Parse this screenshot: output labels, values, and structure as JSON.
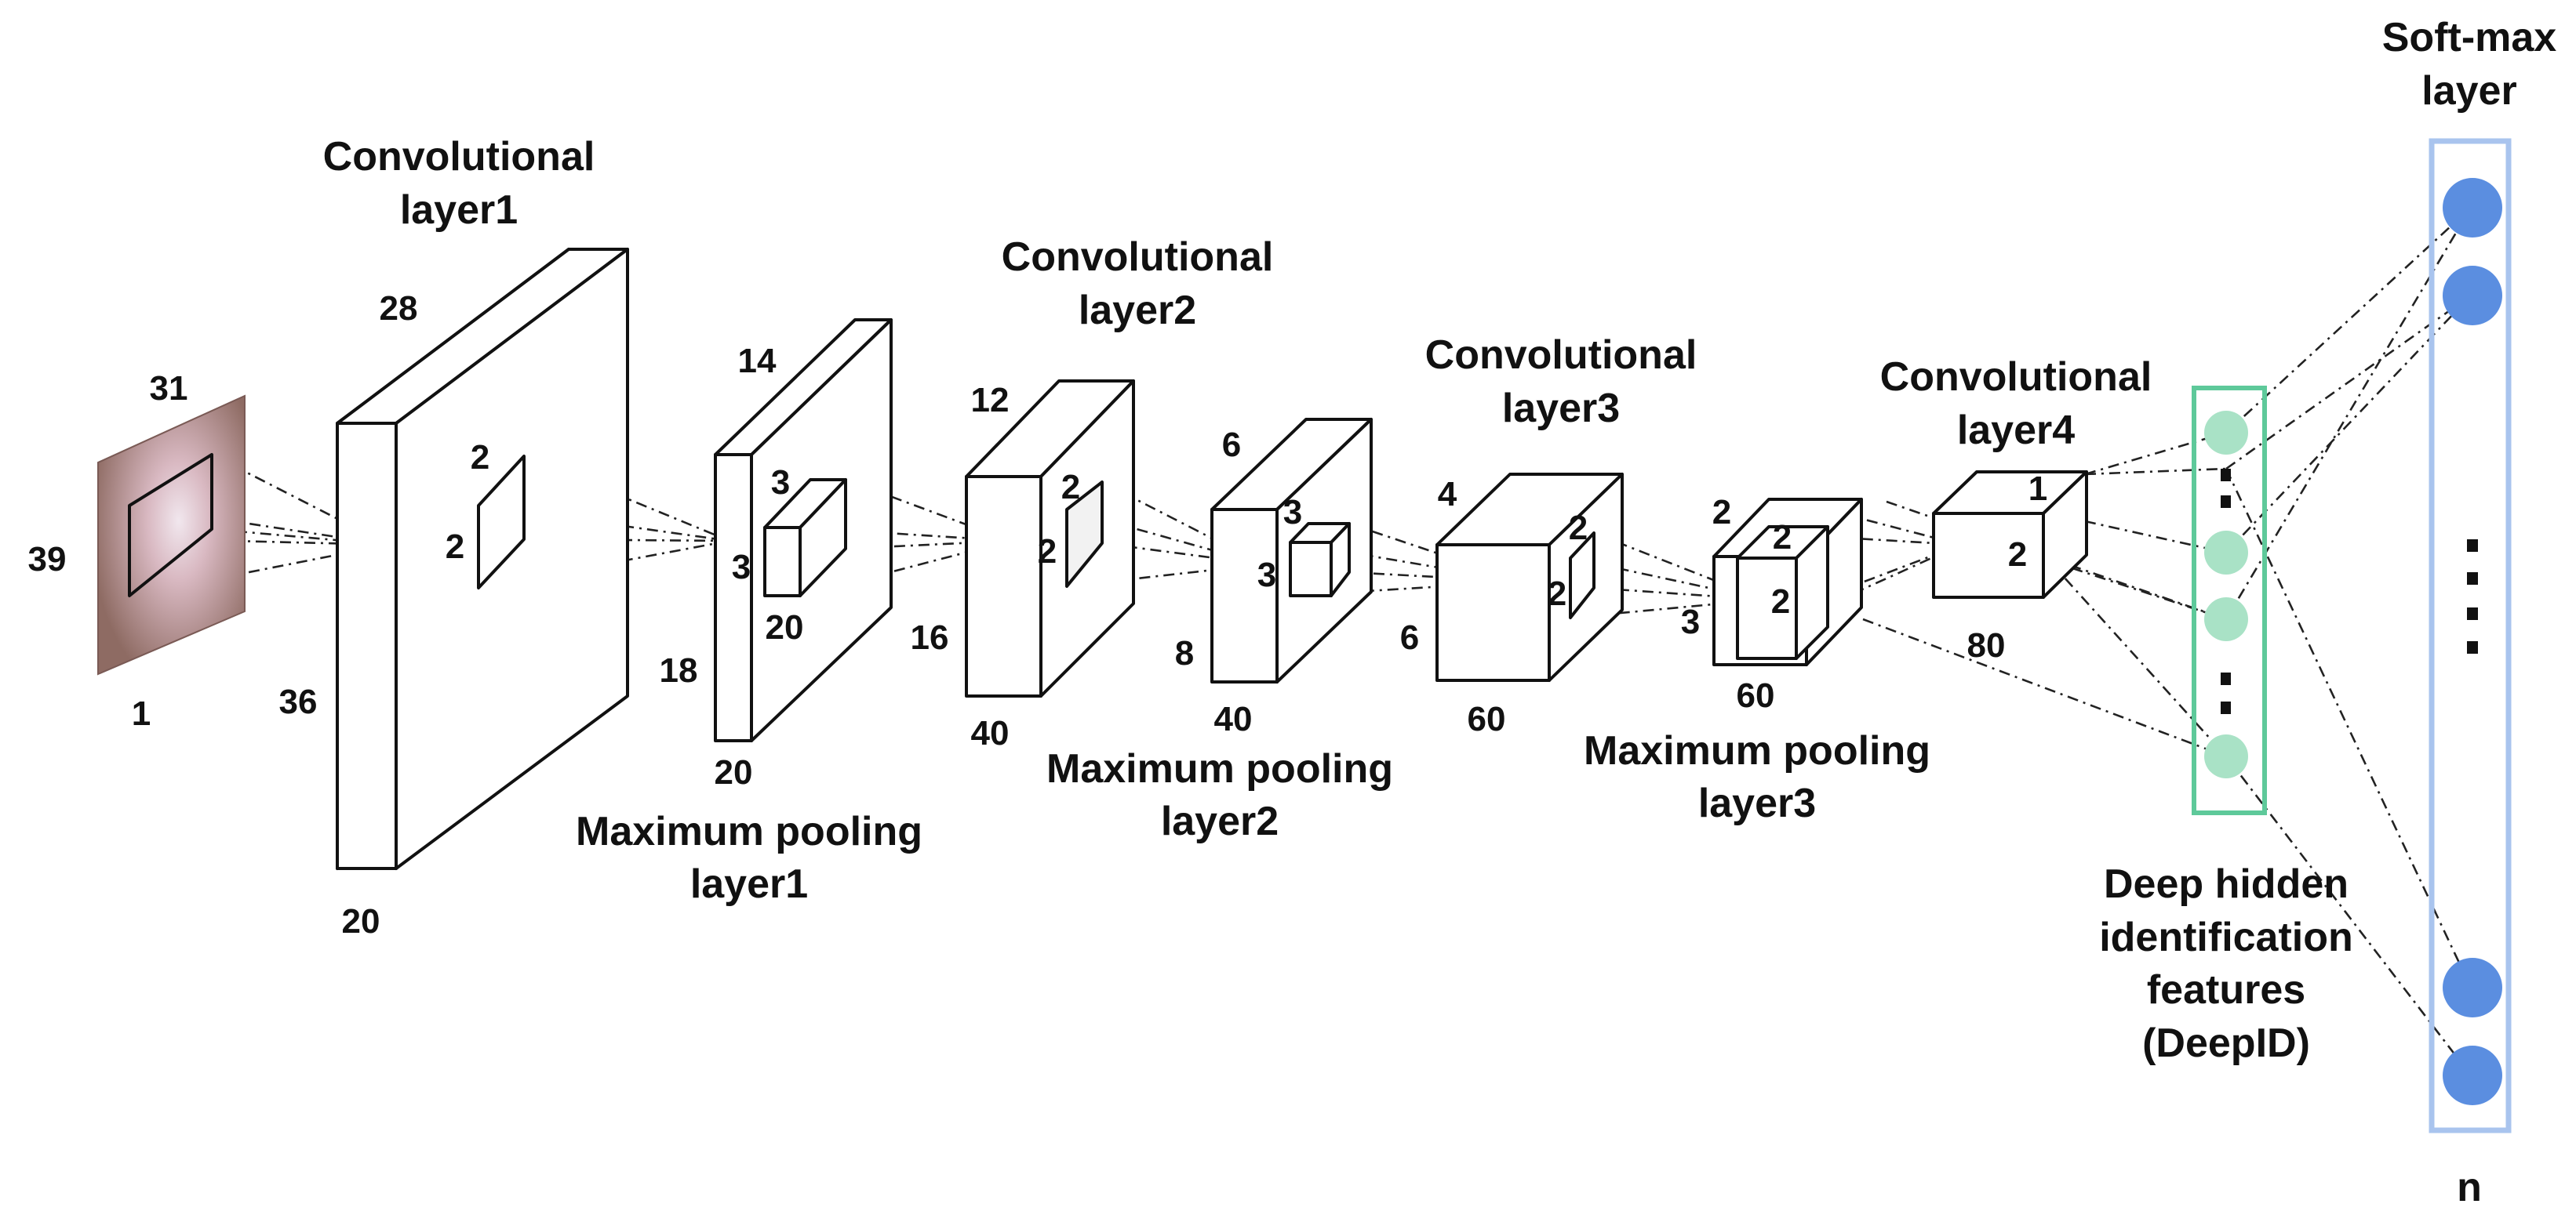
{
  "colors": {
    "deepid_node": "#a9e2c6",
    "deepid_frame": "#5ec99a",
    "softmax_node": "#5b8ee0",
    "softmax_frame": "#a9c4ee",
    "input_image": "#c9a4a8"
  },
  "labels": {
    "conv1": [
      "Convolutional",
      "layer1"
    ],
    "conv2": [
      "Convolutional",
      "layer2"
    ],
    "conv3": [
      "Convolutional",
      "layer3"
    ],
    "conv4": [
      "Convolutional",
      "layer4"
    ],
    "pool1": [
      "Maximum pooling",
      "layer1"
    ],
    "pool2": [
      "Maximum pooling",
      "layer2"
    ],
    "pool3": [
      "Maximum pooling",
      "layer3"
    ],
    "softmax": [
      "Soft-max",
      "layer"
    ],
    "deepid": [
      "Deep hidden",
      "identification",
      "features",
      "(DeepID)"
    ],
    "softmax_n": "n"
  },
  "dims": {
    "input_width": "31",
    "input_height": "39",
    "input_depth": "1",
    "conv1_width": "28",
    "conv1_height": "36",
    "conv1_depth": "20",
    "conv1_kernel_w": "2",
    "conv1_kernel_h": "2",
    "pool1_width": "14",
    "pool1_height": "18",
    "pool1_depth": "20",
    "pool1_kernel_w": "3",
    "pool1_kernel_h": "3",
    "pool1_kernel_d": "20",
    "conv2_width": "12",
    "conv2_height": "16",
    "conv2_depth": "40",
    "conv2_kernel_w": "2",
    "conv2_kernel_h": "2",
    "pool2_width": "6",
    "pool2_height": "8",
    "pool2_depth": "40",
    "pool2_kernel_w": "3",
    "pool2_kernel_h": "3",
    "conv3_width": "4",
    "conv3_height": "6",
    "conv3_depth": "60",
    "conv3_kernel_w": "2",
    "conv3_kernel_h": "2",
    "pool3_width": "2",
    "pool3_height": "3",
    "pool3_depth": "60",
    "pool3_kernel_w": "2",
    "pool3_kernel_h": "2",
    "conv4_width": "1",
    "conv4_height": "2",
    "conv4_depth": "80"
  }
}
